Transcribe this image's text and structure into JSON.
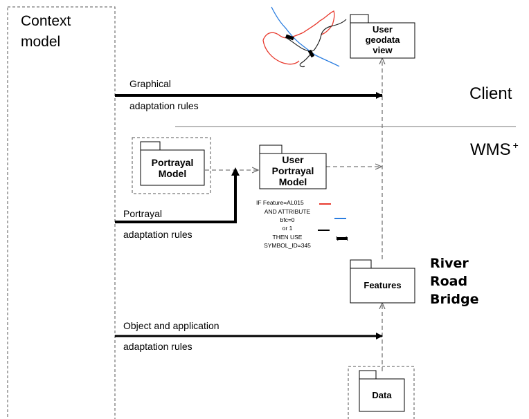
{
  "context_model": {
    "line1": "Context",
    "line2": "model"
  },
  "layers": {
    "client": "Client",
    "wms": "WMS",
    "wms_sup": "+"
  },
  "packages": {
    "user_geodata_view": [
      "User",
      "geodata",
      "view"
    ],
    "portrayal_model": [
      "Portrayal",
      "Model"
    ],
    "user_portrayal_model": [
      "User",
      "Portrayal",
      "Model"
    ],
    "features": "Features",
    "data": "Data"
  },
  "feature_types": [
    "River",
    "Road",
    "Bridge"
  ],
  "rules": {
    "graphical": {
      "line1": "Graphical",
      "line2": "adaptation rules"
    },
    "portrayal": {
      "line1": "Portrayal",
      "line2": "adaptation rules"
    },
    "object": {
      "line1": "Object and application",
      "line2": "adaptation rules"
    }
  },
  "rule_text": [
    "IF Feature=AL015",
    "AND ATTRIBUTE",
    "bfc=0",
    "or 1",
    "THEN USE",
    "SYMBOL_ID=345"
  ],
  "colors": {
    "river": "#e83a2e",
    "blue_line": "#2a7de0",
    "black": "#000000"
  }
}
